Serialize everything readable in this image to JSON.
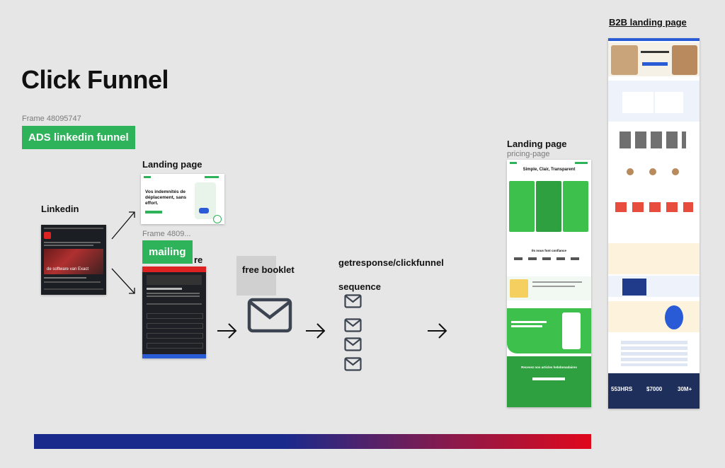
{
  "page": {
    "title": "Click Funnel"
  },
  "frames": {
    "ads_frame_label": "Frame 48095747",
    "ads_tag": "ADS linkedin funnel",
    "mailing_frame_label": "Frame 4809...",
    "mailing_tag": "mailing"
  },
  "labels": {
    "linkedin": "Linkedin",
    "landing_page_1": "Landing page",
    "free_booklet": "free booklet",
    "getresponse": "getresponse/clickfunnel",
    "sequence": "sequence",
    "landing_page_2": "Landing page",
    "pricing_page": "pricing-page",
    "b2b": "B2B landing page",
    "mailing_overlap": "re"
  },
  "landing_thumb": {
    "headline": "Vos indemnités de déplacement, sans effort."
  },
  "linkedin_thumb": {
    "caption": "de software van Exact"
  },
  "pricing_thumb": {
    "headline": "Simple, Clair, Transparent",
    "trust": "Ils nous font confiance",
    "newsletter": "Recevez nos articles hebdomadaires"
  },
  "b2b_thumb": {
    "stats": [
      "553HRS",
      "$7000",
      "30M+"
    ]
  },
  "colors": {
    "accent": "#2fb35a",
    "bar_start": "#1a2a8c",
    "bar_end": "#e0081c"
  },
  "icons": [
    "arrow-icon",
    "envelope-icon"
  ]
}
